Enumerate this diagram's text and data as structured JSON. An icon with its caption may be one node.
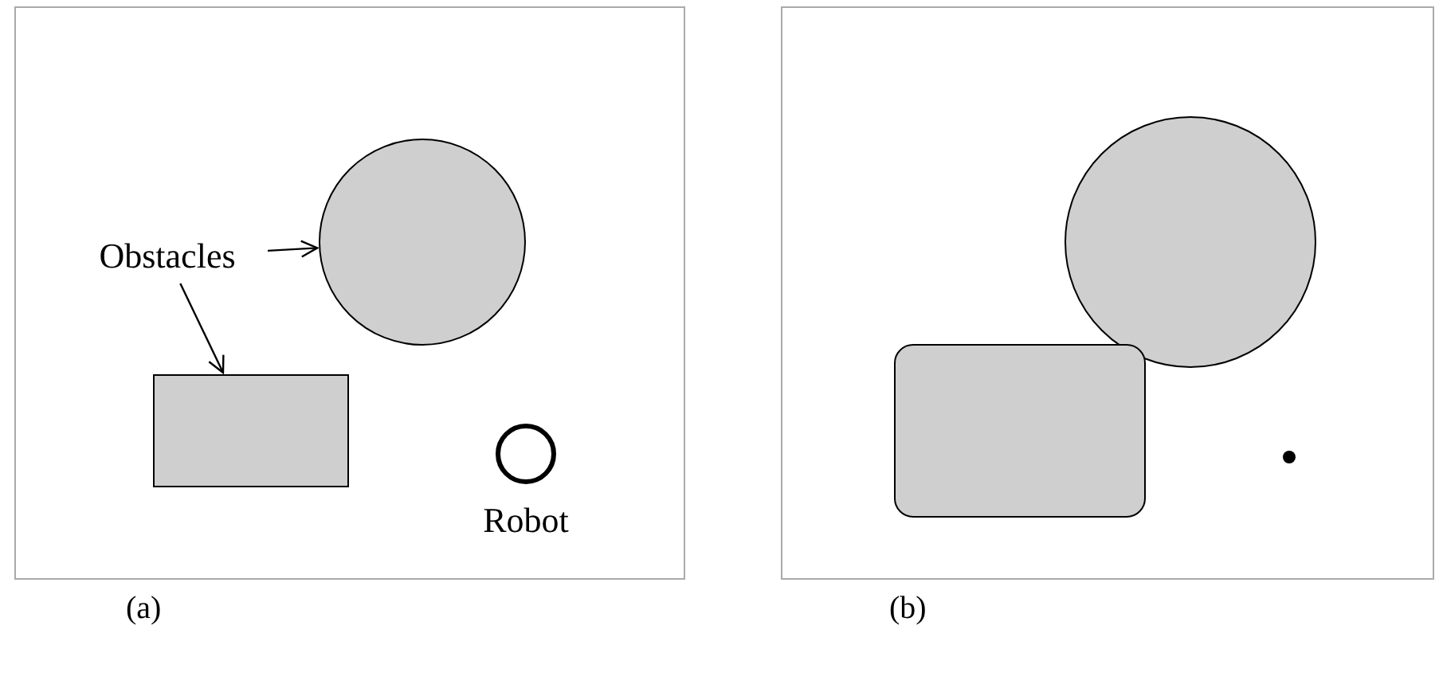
{
  "diagram": {
    "nodes": [
      {
        "text": [
          "Obstacles"
        ]
      },
      {
        "text": [],
        "shape": "circle"
      },
      {
        "text": [],
        "shape": "box"
      },
      {
        "text": [
          "Robot"
        ]
      },
      {
        "text": [],
        "shape": "circle"
      },
      {
        "text": [],
        "shape": "box"
      },
      {
        "text": [],
        "shape": "circle"
      }
    ],
    "edges": [
      {
        "from": 0,
        "to": 1,
        "arrow": "to"
      },
      {
        "from": 0,
        "to": 2,
        "arrow": "to"
      }
    ],
    "labels": [
      "(a)",
      "(b)"
    ]
  }
}
